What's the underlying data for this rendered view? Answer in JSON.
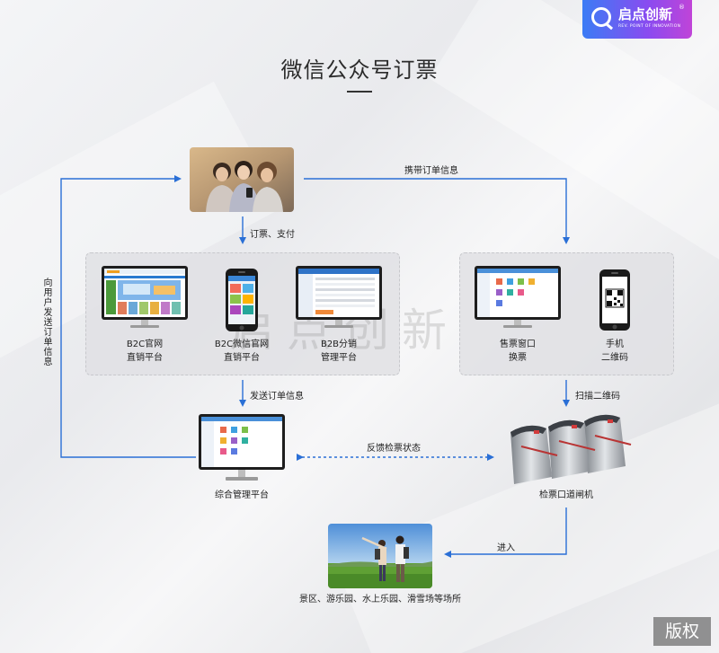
{
  "title": "微信公众号订票",
  "logo": {
    "name": "启点创新",
    "sub": "REV. POINT OF INNOVATION",
    "mark": "®"
  },
  "watermark": "启点创新",
  "copyright": "版权",
  "nodes": {
    "user_photo": {
      "icon": "friends-with-phone-photo"
    },
    "b2c_site": {
      "label_1": "B2C官网",
      "label_2": "直销平台",
      "icon": "desktop-monitor-icon"
    },
    "b2c_wechat": {
      "label_1": "B2C微信官网",
      "label_2": "直销平台",
      "icon": "smartphone-icon"
    },
    "b2b": {
      "label_1": "B2B分销",
      "label_2": "管理平台",
      "icon": "desktop-monitor-icon"
    },
    "ticket_window": {
      "label_1": "售票窗口",
      "label_2": "换票",
      "icon": "desktop-monitor-icon"
    },
    "phone_qr": {
      "label_1": "手机",
      "label_2": "二维码",
      "icon": "qr-phone-icon"
    },
    "management": {
      "label": "综合管理平台",
      "icon": "desktop-monitor-icon"
    },
    "gate": {
      "label": "检票口道闸机",
      "icon": "turnstile-icon"
    },
    "scenic": {
      "label": "景区、游乐园、水上乐园、滑雪场等场所",
      "icon": "tourists-photo"
    }
  },
  "edges": {
    "carry_order": "携带订单信息",
    "order_pay": "订票、支付",
    "send_order": "发送订单信息",
    "scan_qr": "扫描二维码",
    "feedback": "反馈检票状态",
    "enter": "进入",
    "send_to_user": "向用户发送订单信息"
  },
  "colors": {
    "arrow": "#2a6fd6",
    "panel": "#e0e1e4"
  }
}
